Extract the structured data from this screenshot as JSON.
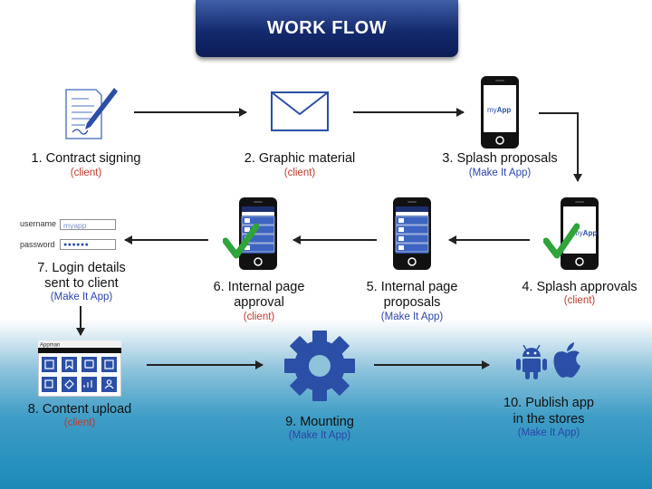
{
  "title": "WORK FLOW",
  "steps": [
    {
      "label": "1. Contract signing",
      "party": "(client)"
    },
    {
      "label": "2. Graphic material",
      "party": "(client)"
    },
    {
      "label": "3. Splash proposals",
      "party": "(Make It App)"
    },
    {
      "label": "4. Splash approvals",
      "party": "(client)"
    },
    {
      "label_line1": "5. Internal page",
      "label_line2": "proposals",
      "party": "(Make It App)"
    },
    {
      "label_line1": "6. Internal page",
      "label_line2": "approval",
      "party": "(client)"
    },
    {
      "label_line1": "7. Login details",
      "label_line2": "sent to client",
      "party": "(Make It App)"
    },
    {
      "label": "8. Content upload",
      "party": "(client)"
    },
    {
      "label": "9. Mounting",
      "party": "(Make It App)"
    },
    {
      "label_line1": "10. Publish app",
      "label_line2": "in the stores",
      "party": "(Make It App)"
    }
  ],
  "login_form": {
    "username_label": "username",
    "username_value": "myapp",
    "password_label": "password",
    "password_value": "●●●●●●"
  },
  "phone_brand": {
    "prefix": "my",
    "suffix": "App"
  },
  "cms_header": "Appman",
  "icons": [
    "contract-icon",
    "envelope-icon",
    "phone-icon",
    "checkmark-icon",
    "gear-icon",
    "android-icon",
    "apple-icon"
  ],
  "colors": {
    "banner": "#142a6d",
    "client": "#c0392b",
    "make_it_app": "#2a45a8",
    "check": "#2ea43a",
    "gear": "#2b4fa6"
  }
}
